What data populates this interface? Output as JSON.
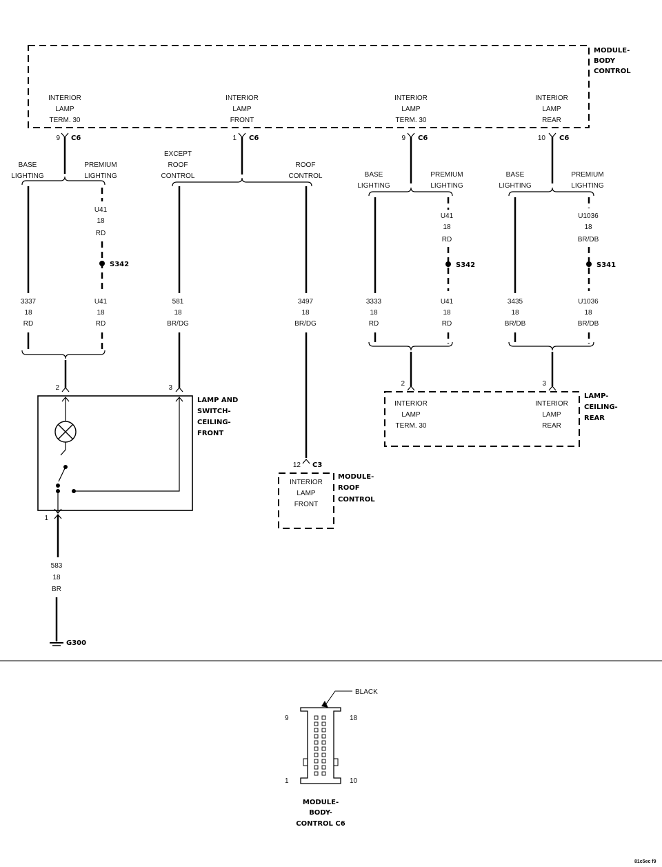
{
  "body_control": {
    "title": [
      "MODULE-",
      "BODY",
      "CONTROL"
    ],
    "pins": [
      {
        "lines": [
          "INTERIOR",
          "LAMP",
          "TERM. 30"
        ],
        "pin": "9",
        "conn": "C6"
      },
      {
        "lines": [
          "INTERIOR",
          "LAMP",
          "FRONT"
        ],
        "pin": "1",
        "conn": "C6"
      },
      {
        "lines": [
          "INTERIOR",
          "LAMP",
          "TERM. 30"
        ],
        "pin": "9",
        "conn": "C6"
      },
      {
        "lines": [
          "INTERIOR",
          "LAMP",
          "REAR"
        ],
        "pin": "10",
        "conn": "C6"
      }
    ]
  },
  "branches": {
    "base": [
      "BASE",
      "LIGHTING"
    ],
    "premium": [
      "PREMIUM",
      "LIGHTING"
    ],
    "except_roof": [
      "EXCEPT",
      "ROOF",
      "CONTROL"
    ],
    "roof": [
      "ROOF",
      "CONTROL"
    ]
  },
  "wires": {
    "u41_a": [
      "U41",
      "18",
      "RD"
    ],
    "u41_b": [
      "U41",
      "18",
      "RD"
    ],
    "w3337": [
      "3337",
      "18",
      "RD"
    ],
    "w581": [
      "581",
      "18",
      "BR/DG"
    ],
    "w3497": [
      "3497",
      "18",
      "BR/DG"
    ],
    "u41_c": [
      "U41",
      "18",
      "RD"
    ],
    "w3333": [
      "3333",
      "18",
      "RD"
    ],
    "u41_d": [
      "U41",
      "18",
      "RD"
    ],
    "u1036_a": [
      "U1036",
      "18",
      "BR/DB"
    ],
    "w3435": [
      "3435",
      "18",
      "BR/DB"
    ],
    "u1036_b": [
      "U1036",
      "18",
      "BR/DB"
    ],
    "w583": [
      "583",
      "18",
      "BR"
    ]
  },
  "splices": {
    "s342_a": "S342",
    "s342_b": "S342",
    "s341": "S341"
  },
  "lamp_front": {
    "title": [
      "LAMP AND",
      "SWITCH-",
      "CEILING-",
      "FRONT"
    ],
    "pin2": "2",
    "pin3": "3",
    "pin1": "1"
  },
  "roof_module": {
    "title": [
      "MODULE-",
      "ROOF",
      "CONTROL"
    ],
    "pin": "12",
    "conn": "C3",
    "lines": [
      "INTERIOR",
      "LAMP",
      "FRONT"
    ]
  },
  "lamp_rear": {
    "title": [
      "LAMP-",
      "CEILING-",
      "REAR"
    ],
    "pin2": "2",
    "pin3": "3",
    "left": [
      "INTERIOR",
      "LAMP",
      "TERM. 30"
    ],
    "right": [
      "INTERIOR",
      "LAMP",
      "REAR"
    ]
  },
  "ground": "G300",
  "connector": {
    "color": "BLACK",
    "pin_tl": "9",
    "pin_tr": "18",
    "pin_bl": "1",
    "pin_br": "10",
    "title": [
      "MODULE-",
      "BODY-",
      "CONTROL C6"
    ]
  },
  "figure_id": "81c5ec f9"
}
